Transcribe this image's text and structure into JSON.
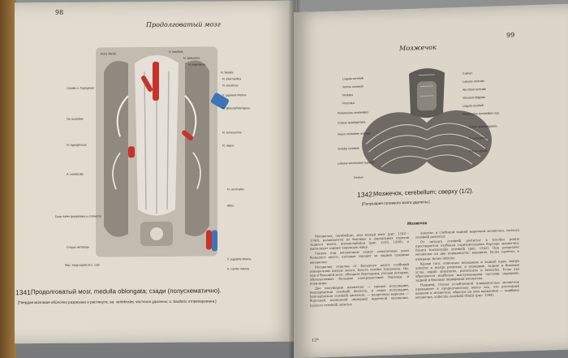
{
  "left_page": {
    "page_number": "98",
    "running_head": "Продолговатый мозг",
    "figure_labels": [
      "Pons Varolii",
      "A. basilaris",
      "N. abducens",
      "N. trigeminus",
      "N. facialis",
      "N. intermedius",
      "N. acusticus",
      "Canalis n. hypoglossi",
      "N. glossopharyngeus",
      "Os occipitale",
      "N. vagus",
      "N. hypoglossus",
      "N. accessorius",
      "A. vertebralis",
      "V. jugularis interna",
      "Dura mater (разрезана и отогнута)",
      "Corpus vertebrae",
      "Atlas",
      "N. cervicalis I",
      "V. jugularis interna",
      "A. carotis interna",
      "Maz. longi capitis et c. colli"
    ],
    "caption_number": "1341.",
    "caption_title": "Продолговатый мозг, medulla oblongata; сзади (полусхематично).",
    "caption_detail": "[Твердая мозговая оболочка разрезана и растянута; aa. vertebrales частично удалены; a. basilaris отпрепарована.]"
  },
  "right_page": {
    "page_number": "99",
    "running_head": "Мозжечок",
    "figure_labels_left": [
      "Lingula cerebelli",
      "Vermis cerebelli",
      "Nodulus",
      "Flocculus",
      "Pedunculus cerebellaris",
      "Corpus quadrigemina",
      "Velum medullare anterius",
      "Tonsilla cerebelli",
      "Lobulus semilunaris superior",
      "Declive"
    ],
    "figure_labels_right": [
      "Culmen",
      "Lobulus centralis",
      "Ala lobuli centralis",
      "Vinculum lingulae",
      "Lingula cerebelli",
      "Pedunculus cerebellaris sup.",
      "Lobus quadrangularis",
      "Fissura prima",
      "Folium vermis"
    ],
    "caption_number": "1342.",
    "caption_title": "Мозжечок, cerebellum; сверху (1/2).",
    "caption_detail": "[Полушария головного мозга удалены.]",
    "section_heading": "Мозжечок",
    "col1_paragraphs": [
      "Мозжечок, cerebellum, или малый мозг (рис. 1342—1348), развивается из боковых и дорзальных отделов заднего мозга, metencephalon (рис. 1255, 1260), и выполняет задние черепную ямку.",
      "Сверху над мозжечком лежат затылочные доли большого мозга, которые заходят за задние границы мозжечка.",
      "Мозжечок отделен от большого мозга глубокой поперечной щелью мозга, fissura cerebri transversa. Он, как и большой мозг, обладает бороздами, узлами которых, обозначаемые большие поверхностные борозды и извилины.",
      "Две полушария мозжечка — правое полушарие, hemispherium cerebelli dextrum, и левое полушарие, hemispherium cerebelli sinistrum, — разделены вырезка — бороздой, названной передней вырезкой мозжечка, incisura cerebelli anterior."
    ],
    "col2_paragraphs": [
      "anterior, и глубокой задней вырезкой мозжечка, incisura cerebelli posterior.",
      "От incisura cerebelli posterior к brachia pontis простирается глубокая горизонтальная борозда мозжечка, fissura horizontalis cerebelli (рис. 1342). Она разделяет мозжечок на две поверхности: верхнюю, facies superior, и нижнюю, facies inferior.",
      "Кроме того, отмечают переднюю и задний края, margo anterior и margo posterior, и передние, задние и боковые углы, anguli anteriores, posteriores и laterales. Углы эти образуются наиболее выступающими частями передней, задней и боковых периферий мозжечка.",
      "Нижней, слегка углубленной поверхностью мозжечок примыкает к продолговатому мозгу так, что последний вдавлен в мозжечок, образуя на нем вдавление — ложбину мозжечка, vallecula cerebelli (Reili) (рис. 1344)."
    ],
    "footer_mark": "12*"
  }
}
